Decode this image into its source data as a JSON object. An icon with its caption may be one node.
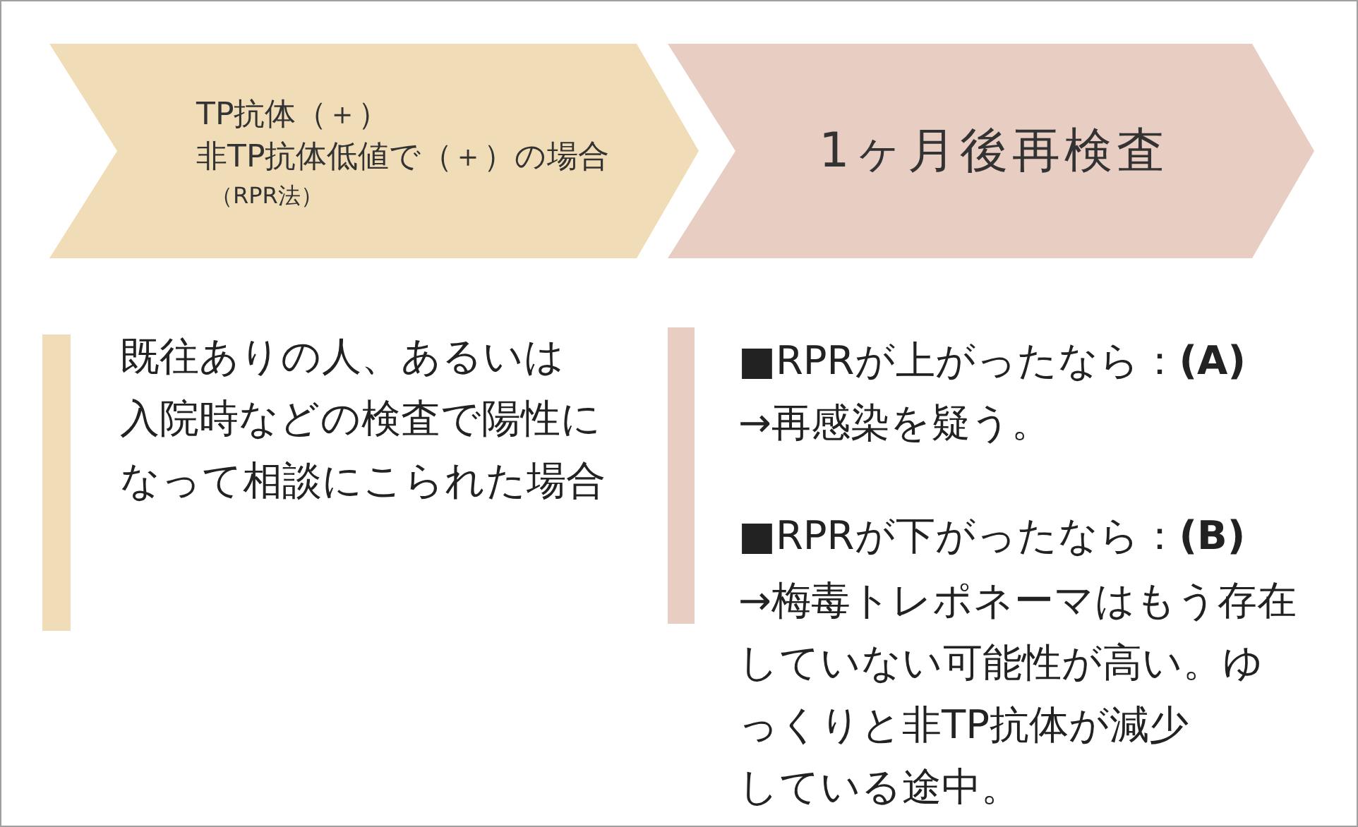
{
  "diagram": {
    "nodes": [
      {
        "text": [
          "TP抗体（＋）非TP抗体低値で（＋）の場合",
          "（RPR法）"
        ]
      },
      {
        "text": [
          "1ヶ月後再検査"
        ]
      }
    ],
    "edges": [],
    "labels": [
      "既往ありの人、あるいは入院時などの検査で陽性になって相談にこられた場合",
      "■RPRが上がったなら：**(A)**",
      "→再感染を疑う。",
      "■RPRが下がったなら：**(B)**",
      "→梅毒トレポネーマはもう存在していない可能性が高い。ゆっくりと非TP抗体が減少している途中。"
    ]
  }
}
